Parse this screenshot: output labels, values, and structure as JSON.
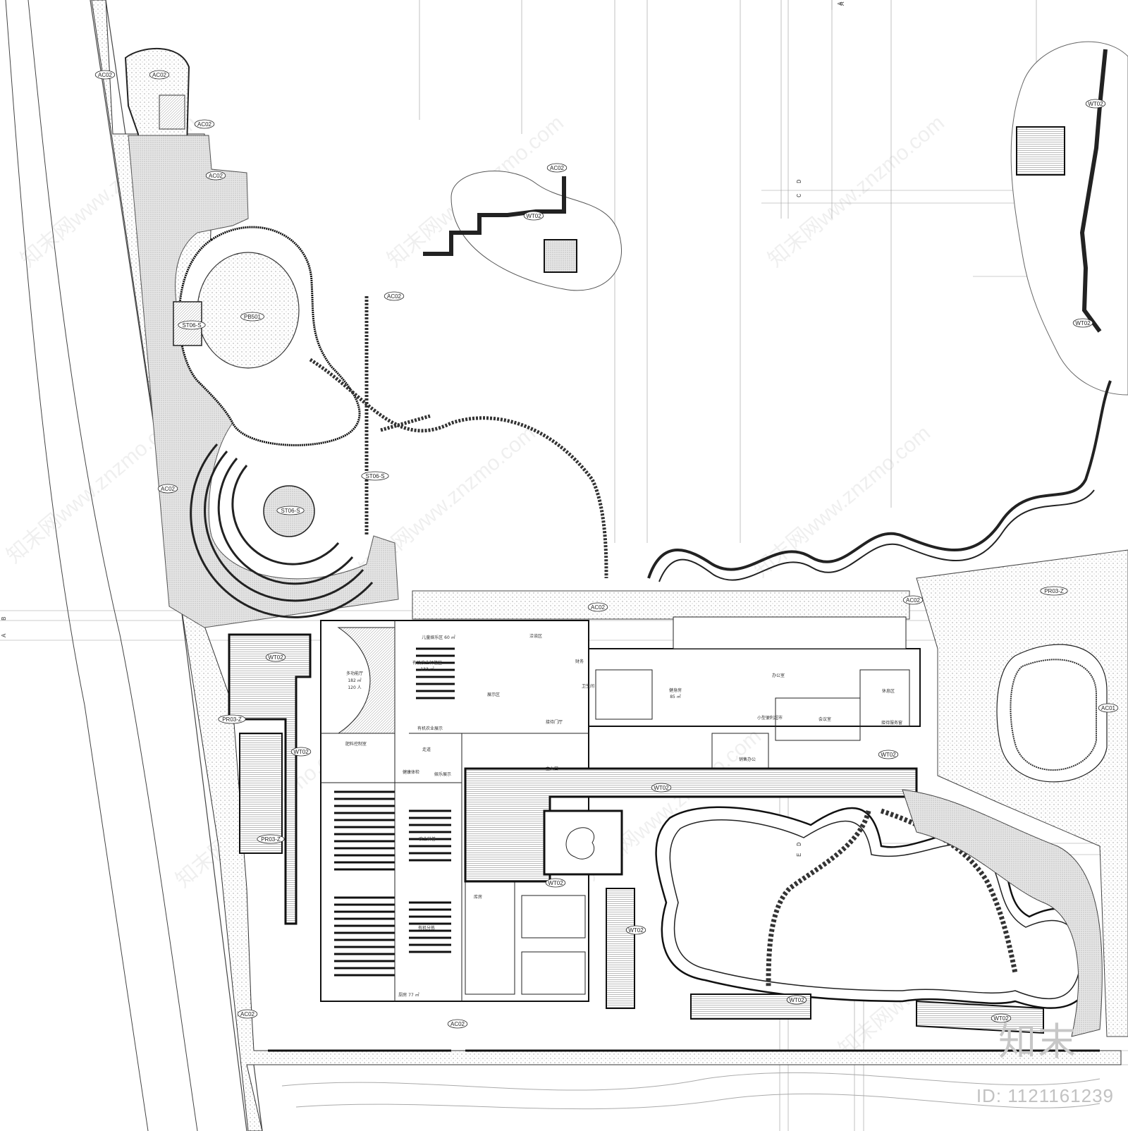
{
  "tags": [
    {
      "label": "AC02"
    },
    {
      "label": "AC02"
    },
    {
      "label": "AC02"
    },
    {
      "label": "AC02"
    },
    {
      "label": "AC02"
    },
    {
      "label": "AC02"
    },
    {
      "label": "AC02"
    },
    {
      "label": "AC02"
    },
    {
      "label": "AC02"
    },
    {
      "label": "AC02"
    },
    {
      "label": "AC02"
    },
    {
      "label": "AC01"
    },
    {
      "label": "WT02"
    },
    {
      "label": "WT02"
    },
    {
      "label": "WT02"
    },
    {
      "label": "WT02"
    },
    {
      "label": "WT02"
    },
    {
      "label": "WT02"
    },
    {
      "label": "WT02"
    },
    {
      "label": "WT02"
    },
    {
      "label": "WT02"
    },
    {
      "label": "WT02"
    },
    {
      "label": "WT02"
    },
    {
      "label": "WT02"
    },
    {
      "label": "PB501"
    },
    {
      "label": "ST06-S"
    },
    {
      "label": "ST06-S"
    },
    {
      "label": "ST06-S"
    },
    {
      "label": "PR03-Z"
    },
    {
      "label": "PR03-Z"
    },
    {
      "label": "PR03-Z"
    }
  ],
  "rooms": [
    {
      "label": "儿童娱乐区 60 ㎡"
    },
    {
      "label": "洽谈区"
    },
    {
      "label": "多功能厅"
    },
    {
      "label": "182 ㎡"
    },
    {
      "label": "120 人"
    },
    {
      "label": "有机农业种植区"
    },
    {
      "label": "133 ㎡"
    },
    {
      "label": "展示区"
    },
    {
      "label": "有机农业展示"
    },
    {
      "label": "接待门厅"
    },
    {
      "label": "走道"
    },
    {
      "label": "肥料控制室"
    },
    {
      "label": "健康体检"
    },
    {
      "label": "娱乐展示"
    },
    {
      "label": "主入口"
    },
    {
      "label": "农业科普"
    },
    {
      "label": "有机分拣"
    },
    {
      "label": "库房"
    },
    {
      "label": "厨房 77 ㎡"
    },
    {
      "label": "健身房"
    },
    {
      "label": "85 ㎡"
    },
    {
      "label": "办公室"
    },
    {
      "label": "小型便利超市"
    },
    {
      "label": "会议室"
    },
    {
      "label": "休息区"
    },
    {
      "label": "销售办公"
    },
    {
      "label": "接待服务窗"
    },
    {
      "label": "财务"
    },
    {
      "label": "卫生间"
    }
  ],
  "axes": [
    {
      "label": "A"
    },
    {
      "label": "B"
    },
    {
      "label": "A"
    },
    {
      "label": "D"
    },
    {
      "label": "C"
    },
    {
      "label": "D"
    },
    {
      "label": "A"
    },
    {
      "label": "E"
    }
  ],
  "watermark": {
    "text": "知末网www.znzmo.com"
  },
  "brand": {
    "logo_text": "知末",
    "id_text": "ID: 1121161239"
  }
}
